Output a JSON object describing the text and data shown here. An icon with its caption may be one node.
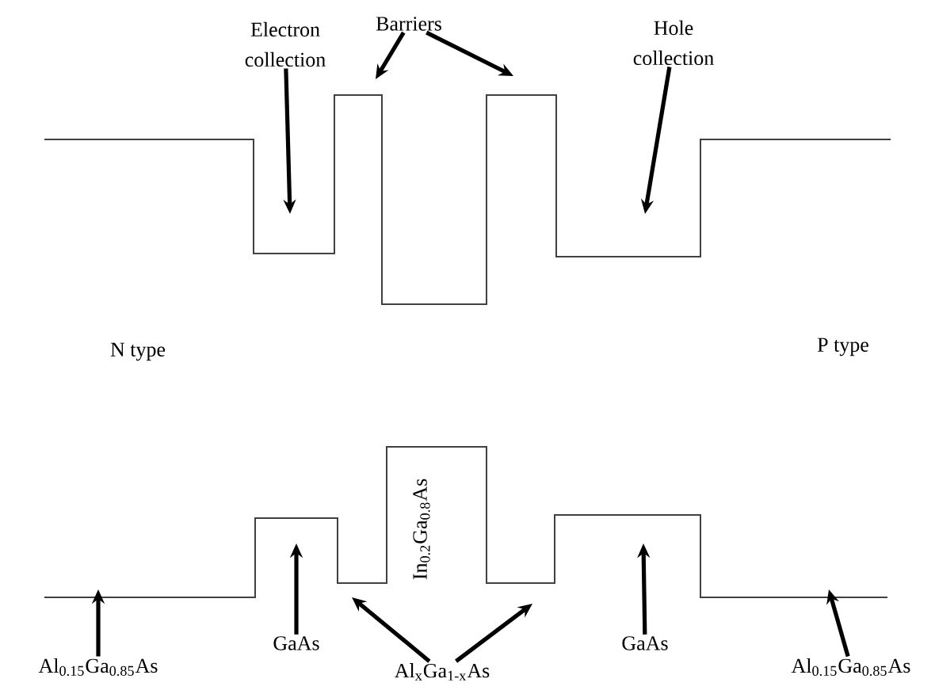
{
  "diagram": {
    "nodes": [
      {
        "text": [
          "Electron collection"
        ]
      },
      {
        "text": [
          "Barriers"
        ]
      },
      {
        "text": [
          "Hole collection"
        ]
      },
      {
        "text": [
          "GaAs"
        ]
      },
      {
        "text": [
          "Al$_{x}$Ga$_{1-x}$As"
        ]
      },
      {
        "text": [
          "GaAs"
        ]
      },
      {
        "text": [
          "Al$_{0.15}$Ga$_{0.85}$As"
        ]
      },
      {
        "text": [
          "Al$_{0.15}$Ga$_{0.85}$As"
        ]
      }
    ],
    "edges": [
      {
        "from": 0,
        "to": null,
        "arrow": "to"
      },
      {
        "from": 1,
        "to": null,
        "arrow": "to"
      },
      {
        "from": 1,
        "to": null,
        "arrow": "to"
      },
      {
        "from": 2,
        "to": null,
        "arrow": "to"
      },
      {
        "from": 3,
        "to": null,
        "arrow": "to"
      },
      {
        "from": 4,
        "to": null,
        "arrow": "to"
      },
      {
        "from": 4,
        "to": null,
        "arrow": "to"
      },
      {
        "from": 5,
        "to": null,
        "arrow": "to"
      },
      {
        "from": 6,
        "to": null,
        "arrow": "to"
      },
      {
        "from": 7,
        "to": null,
        "arrow": "to"
      }
    ],
    "labels": [
      "N type",
      "P type",
      "In$_{0.2}$Ga$_{0.8}$As"
    ]
  }
}
